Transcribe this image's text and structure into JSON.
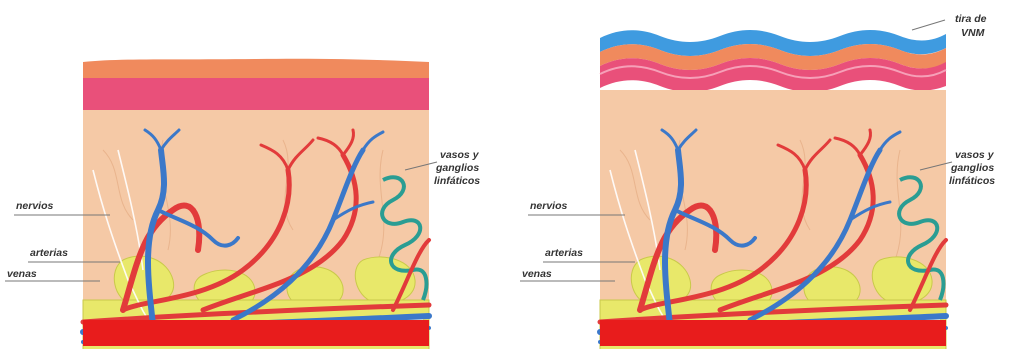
{
  "left_panel": {
    "labels": {
      "nerves": "nervios",
      "arteries": "arterias",
      "veins": "venas",
      "lymph_line1": "vasos y",
      "lymph_line2": "ganglios",
      "lymph_line3": "linfáticos"
    }
  },
  "right_panel": {
    "labels": {
      "nerves": "nervios",
      "arteries": "arterias",
      "veins": "venas",
      "lymph_line1": "vasos y",
      "lymph_line2": "ganglios",
      "lymph_line3": "linfáticos",
      "strip_line1": "tira de",
      "strip_line2": "VNM"
    }
  },
  "colors": {
    "epidermis_top": "#f08a5d",
    "epidermis_pink": "#e9507a",
    "dermis": "#f5c9a6",
    "fat": "#e8e86a",
    "artery": "#e23b3b",
    "vein": "#3b78c9",
    "lymph": "#2a9d93",
    "muscle": "#e81c1c",
    "vnm_strip": "#3f9be0"
  }
}
